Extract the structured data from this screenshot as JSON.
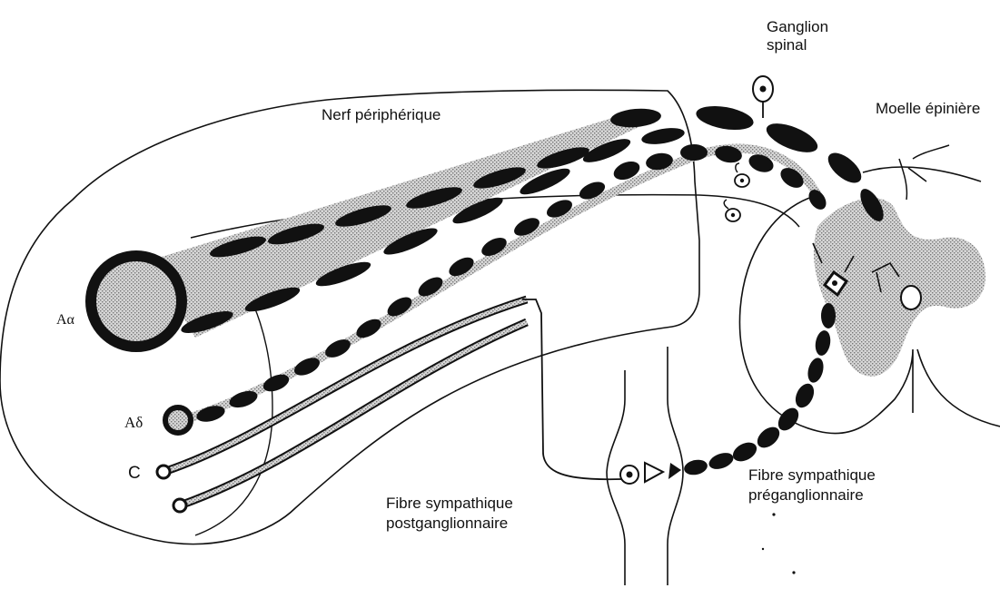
{
  "labels": {
    "ganglion_spinal_line1": "Ganglion",
    "ganglion_spinal_line2": "spinal",
    "nerf_peripherique": "Nerf périphérique",
    "moelle_epiniere": "Moelle épinière",
    "fibre_a_alpha": "Aα",
    "fibre_a_delta": "Aδ",
    "fibre_c": "C",
    "fibre_post_line1": "Fibre sympathique",
    "fibre_post_line2": "postganglionnaire",
    "fibre_pre_line1": "Fibre sympathique",
    "fibre_pre_line2": "préganglionnaire"
  },
  "colors": {
    "ink": "#111111",
    "stipple": "#b9b9b9",
    "background": "#ffffff"
  }
}
